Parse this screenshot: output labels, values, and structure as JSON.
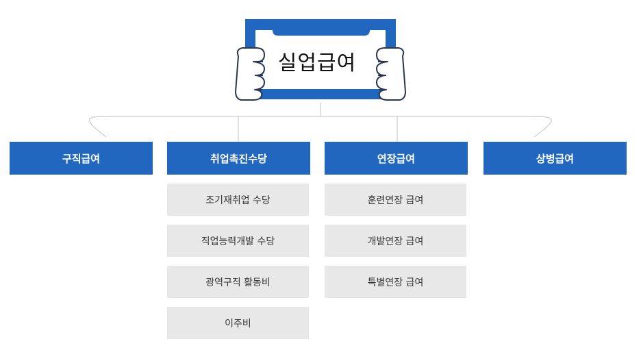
{
  "root": {
    "label": "실업급여"
  },
  "categories": [
    {
      "label": "구직급여",
      "items": []
    },
    {
      "label": "취업촉진수당",
      "items": [
        "조기재취업 수당",
        "직업능력개발 수당",
        "광역구직 활동비",
        "이주비"
      ]
    },
    {
      "label": "연장급여",
      "items": [
        "훈련연장 급여",
        "개발연장 급여",
        "특별연장 급여"
      ]
    },
    {
      "label": "상병급여",
      "items": []
    }
  ],
  "colors": {
    "primary": "#2167bf",
    "sub_bg": "#e8e8e8",
    "connector": "#cccccc",
    "hand_outline": "#2a3550"
  }
}
